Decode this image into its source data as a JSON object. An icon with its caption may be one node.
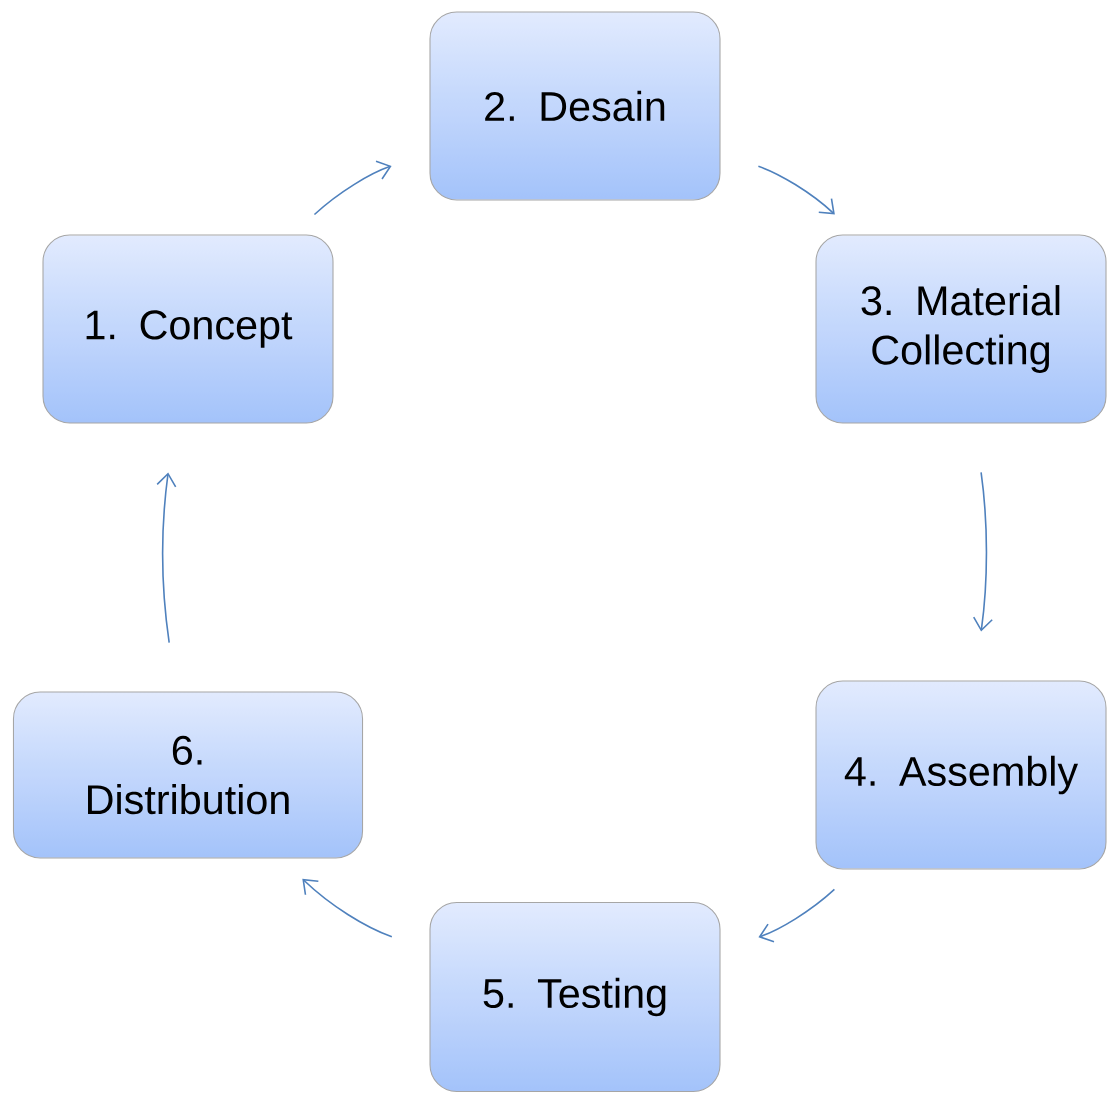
{
  "diagram": {
    "nodes": [
      {
        "text": [
          "1. Concept"
        ]
      },
      {
        "text": [
          "2. Desain"
        ]
      },
      {
        "text": [
          "3. Material Collecting"
        ]
      },
      {
        "text": [
          "4. Assembly"
        ]
      },
      {
        "text": [
          "5. Testing"
        ]
      },
      {
        "text": [
          "6. Distribution"
        ]
      }
    ],
    "edges": [
      {
        "from": 0,
        "to": 1,
        "arrow": "to"
      },
      {
        "from": 1,
        "to": 2,
        "arrow": "to"
      },
      {
        "from": 2,
        "to": 3,
        "arrow": "to"
      },
      {
        "from": 3,
        "to": 4,
        "arrow": "to"
      },
      {
        "from": 4,
        "to": 5,
        "arrow": "to"
      },
      {
        "from": 5,
        "to": 0,
        "arrow": "to"
      }
    ]
  }
}
